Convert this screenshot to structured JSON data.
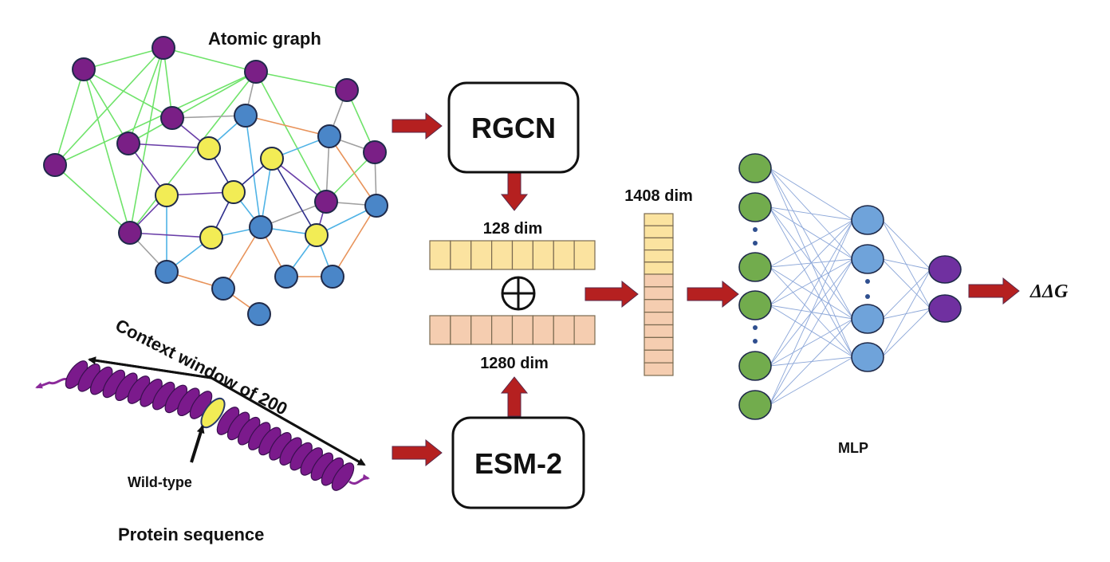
{
  "labels": {
    "atomic_graph": "Atomic graph",
    "rgcn": "RGCN",
    "esm2": "ESM-2",
    "dim_128": "128 dim",
    "dim_1280": "1280 dim",
    "dim_1408": "1408 dim",
    "context_window": "Context window of 200",
    "wild_type": "Wild-type",
    "protein_sequence": "Protein sequence",
    "mlp": "MLP",
    "output": "ΔΔG",
    "concat_symbol": "circle-plus-icon"
  },
  "colors": {
    "purple_node": "#7A1F86",
    "blue_node": "#4A86C8",
    "yellow_node": "#F2EC55",
    "node_stroke": "#1F2A4A",
    "edge_green": "#6FE36A",
    "edge_gray": "#A0A0A0",
    "edge_orange": "#E8935A",
    "edge_lightblue": "#4FB3E6",
    "edge_purple": "#6A3FA8",
    "edge_darkblue": "#2E2E8C",
    "arrow_red": "#B52020",
    "arrow_stroke": "#5A2A4A",
    "vec_yellow": "#FBE3A0",
    "vec_peach": "#F5CDB0",
    "vec_stroke": "#7A6A50",
    "mlp_green": "#72AC4D",
    "mlp_blue": "#6FA3DA",
    "mlp_purple": "#7030A0",
    "mlp_edge": "#8BA6D8",
    "helix_purple": "#7B1A8C"
  },
  "graph": {
    "nodes": [
      {
        "id": "P1",
        "type": "purple"
      },
      {
        "id": "P2",
        "type": "purple"
      },
      {
        "id": "P3",
        "type": "purple"
      },
      {
        "id": "P4",
        "type": "purple"
      },
      {
        "id": "P5",
        "type": "purple"
      },
      {
        "id": "P6",
        "type": "purple"
      },
      {
        "id": "P7",
        "type": "purple"
      },
      {
        "id": "P8",
        "type": "purple"
      },
      {
        "id": "P9",
        "type": "purple"
      },
      {
        "id": "P10",
        "type": "purple"
      },
      {
        "id": "B1",
        "type": "blue"
      },
      {
        "id": "B2",
        "type": "blue"
      },
      {
        "id": "B3",
        "type": "blue"
      },
      {
        "id": "B4",
        "type": "blue"
      },
      {
        "id": "B5",
        "type": "blue"
      },
      {
        "id": "B6",
        "type": "blue"
      },
      {
        "id": "B7",
        "type": "blue"
      },
      {
        "id": "B8",
        "type": "blue"
      },
      {
        "id": "B9",
        "type": "blue"
      },
      {
        "id": "Y1",
        "type": "yellow"
      },
      {
        "id": "Y2",
        "type": "yellow"
      },
      {
        "id": "Y3",
        "type": "yellow"
      },
      {
        "id": "Y4",
        "type": "yellow"
      },
      {
        "id": "Y5",
        "type": "yellow"
      },
      {
        "id": "Y6",
        "type": "yellow"
      }
    ],
    "edges": [
      [
        "P1",
        "P2",
        "green"
      ],
      [
        "P1",
        "P5",
        "green"
      ],
      [
        "P1",
        "P10",
        "green"
      ],
      [
        "P1",
        "P3",
        "green"
      ],
      [
        "P1",
        "P4",
        "green"
      ],
      [
        "P2",
        "P5",
        "green"
      ],
      [
        "P2",
        "P3",
        "green"
      ],
      [
        "P2",
        "P10",
        "green"
      ],
      [
        "P2",
        "P4",
        "green"
      ],
      [
        "P2",
        "P6",
        "green"
      ],
      [
        "P6",
        "P5",
        "green"
      ],
      [
        "P6",
        "P3",
        "green"
      ],
      [
        "P6",
        "P10",
        "green"
      ],
      [
        "P6",
        "P7",
        "green"
      ],
      [
        "P6",
        "P9",
        "green"
      ],
      [
        "P5",
        "P10",
        "green"
      ],
      [
        "P7",
        "P8",
        "green"
      ],
      [
        "P8",
        "P9",
        "green"
      ],
      [
        "P6",
        "B1",
        "gray"
      ],
      [
        "P7",
        "B2",
        "gray"
      ],
      [
        "P4",
        "B1",
        "gray"
      ],
      [
        "B2",
        "P8",
        "gray"
      ],
      [
        "B2",
        "P9",
        "gray"
      ],
      [
        "P9",
        "B3",
        "gray"
      ],
      [
        "P9",
        "B4",
        "gray"
      ],
      [
        "P10",
        "B5",
        "gray"
      ],
      [
        "P8",
        "B3",
        "gray"
      ],
      [
        "B1",
        "B2",
        "orange"
      ],
      [
        "B2",
        "B3",
        "orange"
      ],
      [
        "B3",
        "B8",
        "orange"
      ],
      [
        "B4",
        "B6",
        "orange"
      ],
      [
        "B4",
        "B7",
        "orange"
      ],
      [
        "B7",
        "B8",
        "orange"
      ],
      [
        "B5",
        "B6",
        "orange"
      ],
      [
        "B6",
        "B9",
        "orange"
      ],
      [
        "B1",
        "Y1",
        "lightblue"
      ],
      [
        "B1",
        "B4",
        "lightblue"
      ],
      [
        "Y3",
        "B2",
        "lightblue"
      ],
      [
        "Y3",
        "B4",
        "lightblue"
      ],
      [
        "Y2",
        "B4",
        "lightblue"
      ],
      [
        "Y4",
        "B5",
        "lightblue"
      ],
      [
        "Y5",
        "B5",
        "lightblue"
      ],
      [
        "Y5",
        "B4",
        "lightblue"
      ],
      [
        "B4",
        "Y6",
        "lightblue"
      ],
      [
        "Y6",
        "B3",
        "lightblue"
      ],
      [
        "Y6",
        "B7",
        "lightblue"
      ],
      [
        "Y6",
        "B8",
        "lightblue"
      ],
      [
        "P4",
        "Y1",
        "purple"
      ],
      [
        "P3",
        "Y1",
        "purple"
      ],
      [
        "P3",
        "Y4",
        "purple"
      ],
      [
        "Y4",
        "P10",
        "purple"
      ],
      [
        "P10",
        "Y5",
        "purple"
      ],
      [
        "Y4",
        "Y2",
        "purple"
      ],
      [
        "Y3",
        "P9",
        "purple"
      ],
      [
        "P9",
        "Y6",
        "purple"
      ],
      [
        "Y1",
        "Y2",
        "darkblue"
      ],
      [
        "Y2",
        "Y3",
        "darkblue"
      ],
      [
        "Y2",
        "Y5",
        "darkblue"
      ],
      [
        "Y3",
        "Y6",
        "darkblue"
      ]
    ]
  },
  "vectors": {
    "rgcn_cells": 8,
    "esm_cells": 8,
    "concat_yellow_cells": 5,
    "concat_peach_cells": 8
  },
  "mlp": {
    "layers": [
      {
        "name": "input",
        "nodes": 6,
        "ellipsis_after": [
          1,
          3
        ]
      },
      {
        "name": "hidden",
        "nodes": 4,
        "ellipsis_after": [
          1
        ]
      },
      {
        "name": "output",
        "nodes": 2,
        "ellipsis_after": []
      }
    ]
  },
  "protein": {
    "left_segments": 11,
    "right_segments": 12
  }
}
